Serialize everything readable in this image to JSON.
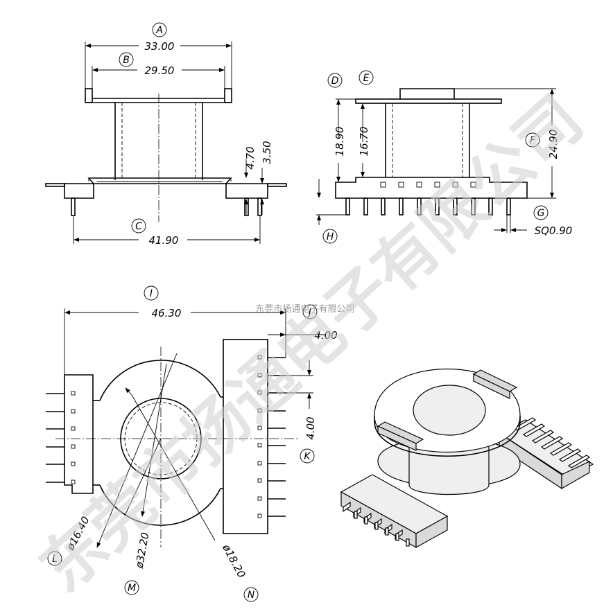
{
  "watermark": {
    "big_text": "东莞市扬通电子有限公司",
    "small_text": "东莞市扬通电子有限公司"
  },
  "front_view": {
    "label_a": "A",
    "dim_a": "33.00",
    "label_b": "B",
    "dim_b": "29.50",
    "label_c": "C",
    "dim_c": "41.90",
    "dim_470": "4.70",
    "dim_350": "3.50"
  },
  "side_view": {
    "label_d": "D",
    "label_e": "E",
    "dim_d": "18.90",
    "dim_e": "16.70",
    "label_f": "F",
    "dim_f": "24.90",
    "label_g": "G",
    "dim_g": "SQ0.90",
    "label_h": "H"
  },
  "top_view": {
    "label_i": "I",
    "dim_i": "46.30",
    "label_j": "J",
    "dim_j": "4.00",
    "label_k": "K",
    "dim_k": "4.00",
    "label_l": "L",
    "dim_l": "ø16.40",
    "label_m": "M",
    "dim_m": "ø32.20",
    "label_n": "N",
    "dim_n": "ø18.20"
  }
}
